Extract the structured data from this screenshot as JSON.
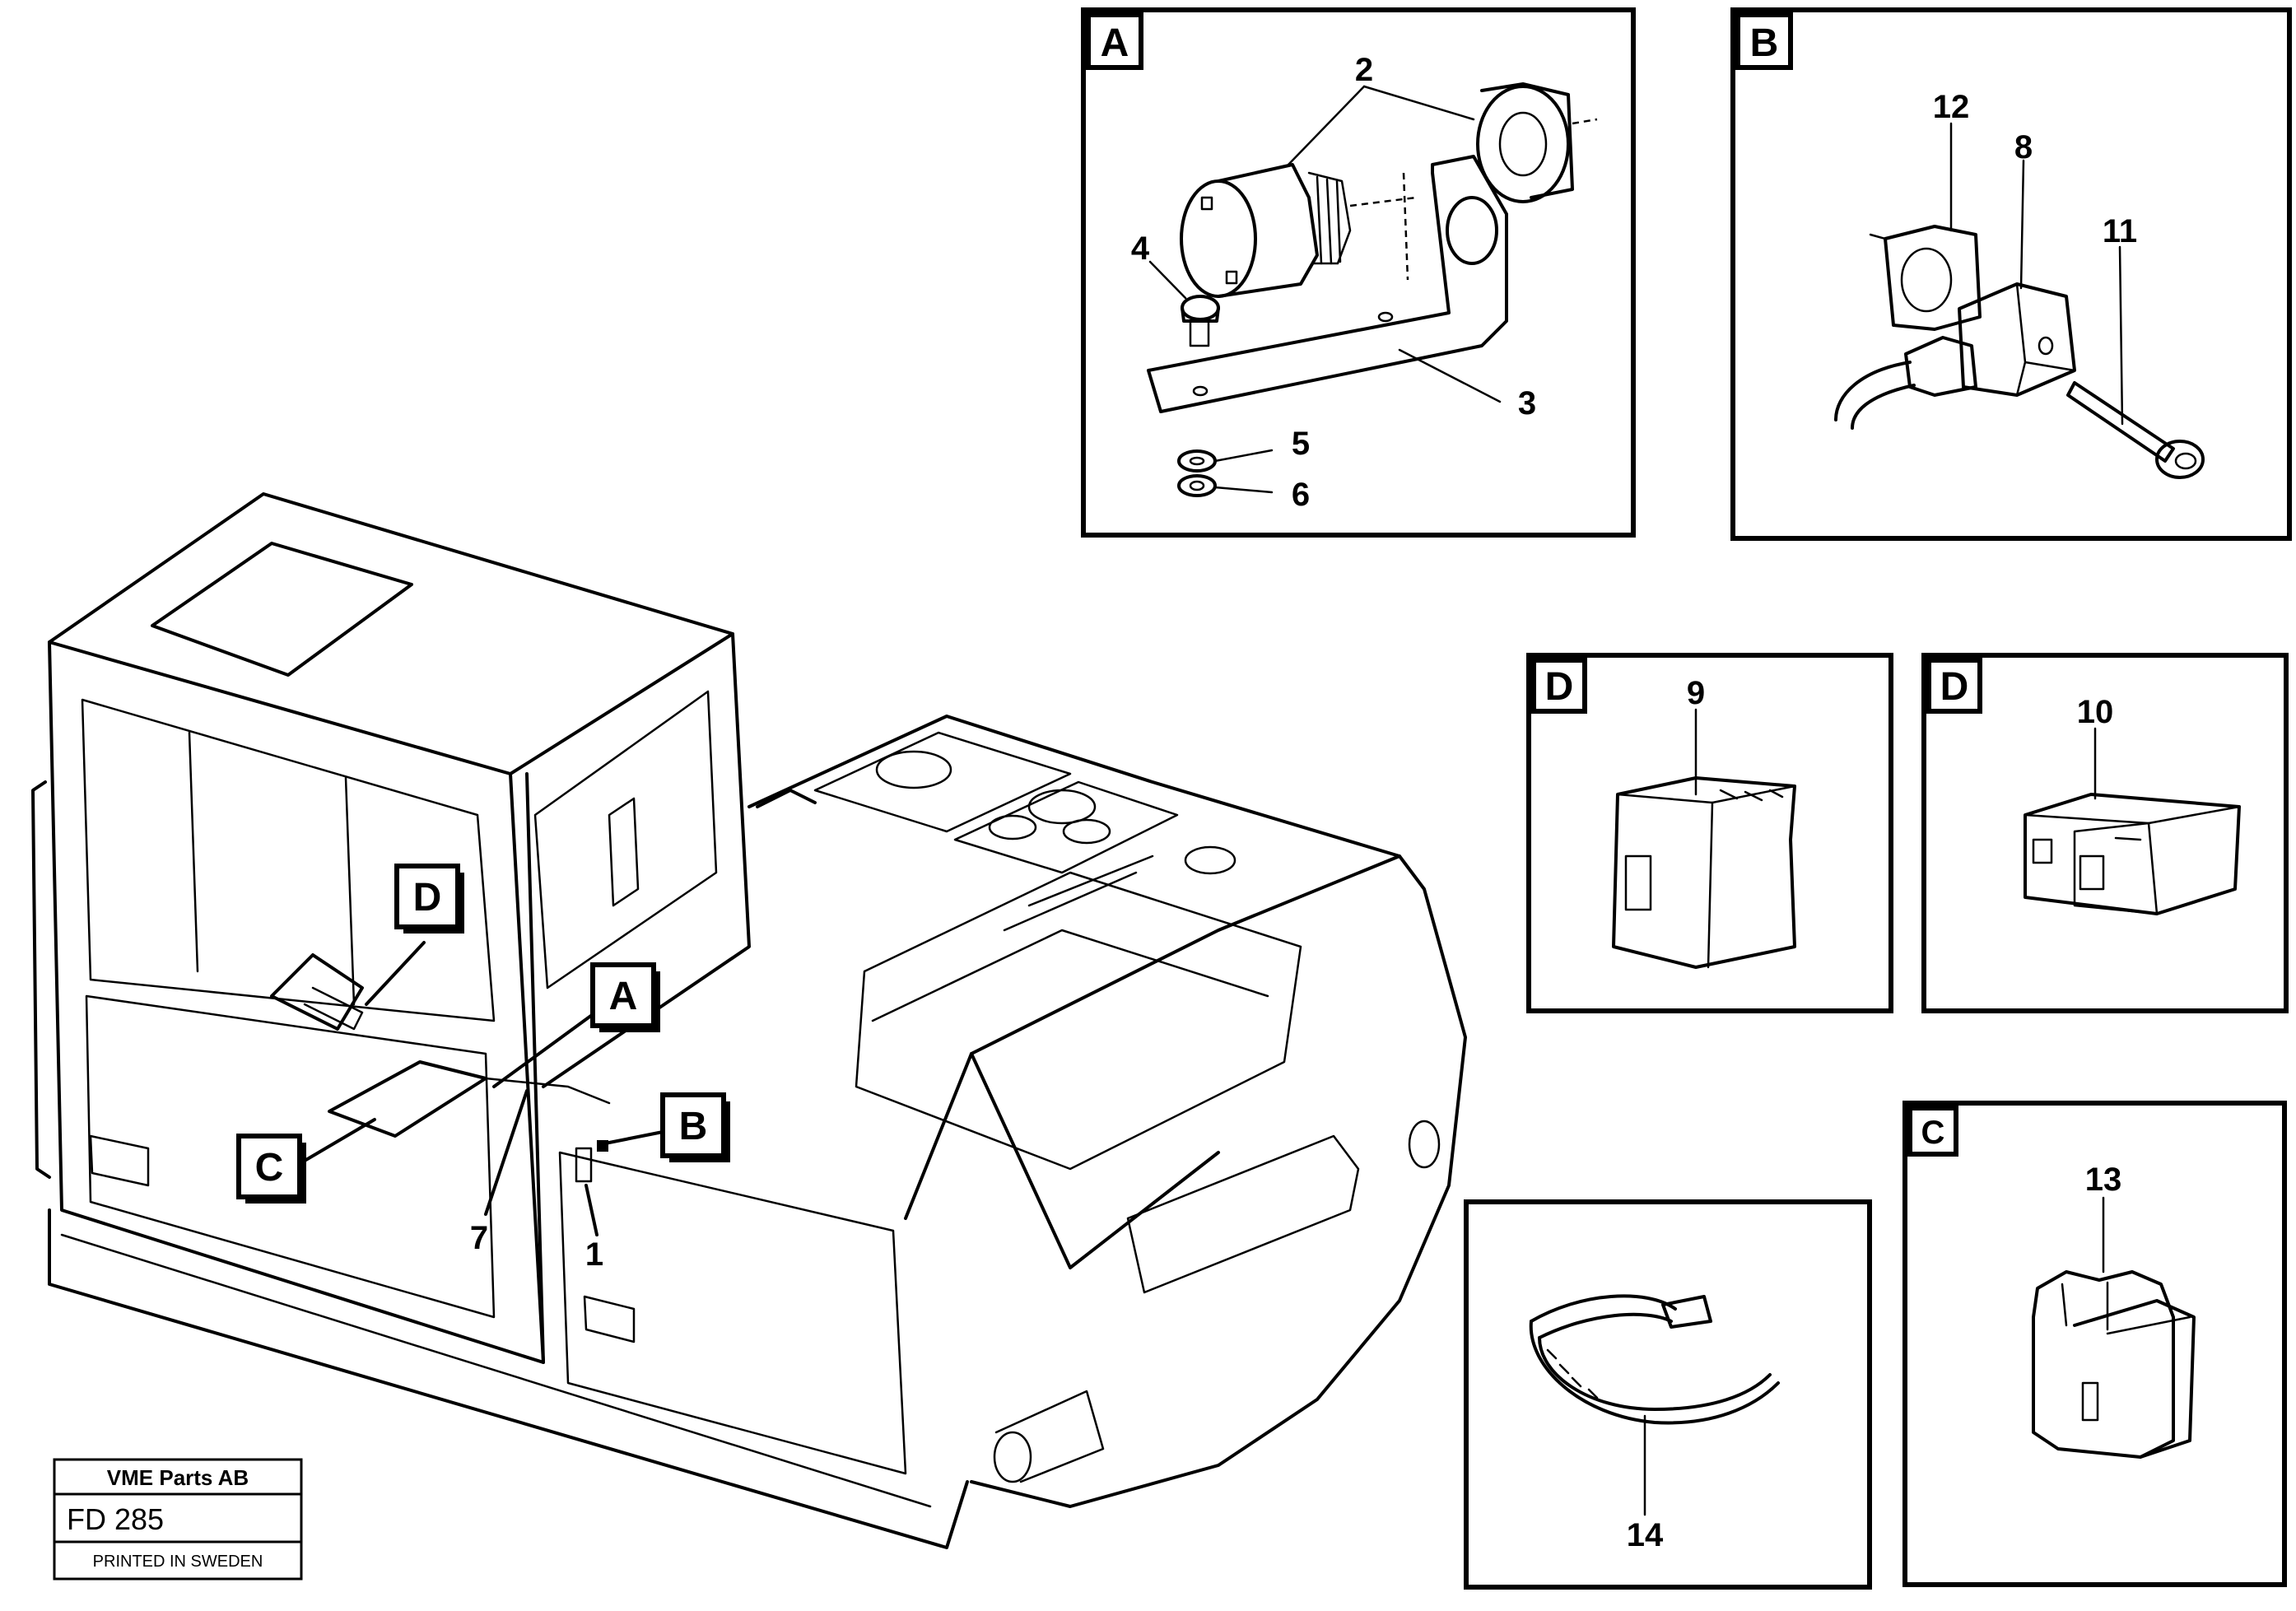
{
  "panels": {
    "a": {
      "label": "A",
      "part_numbers": [
        "2",
        "4",
        "3",
        "5",
        "6"
      ]
    },
    "b": {
      "label": "B",
      "part_numbers": [
        "12",
        "8",
        "11"
      ]
    },
    "d1": {
      "label": "D",
      "part_numbers": [
        "9"
      ]
    },
    "d2": {
      "label": "D",
      "part_numbers": [
        "10"
      ]
    },
    "c": {
      "label": "C",
      "part_numbers": [
        "13"
      ]
    },
    "tie": {
      "part_numbers": [
        "14"
      ]
    }
  },
  "main": {
    "callouts": {
      "a": "A",
      "b": "B",
      "c": "C",
      "d": "D"
    },
    "part_numbers": {
      "p7": "7",
      "p1": "1"
    }
  },
  "reference_block": {
    "company": "VME Parts AB",
    "code": "FD 285",
    "note": "PRINTED IN SWEDEN"
  }
}
